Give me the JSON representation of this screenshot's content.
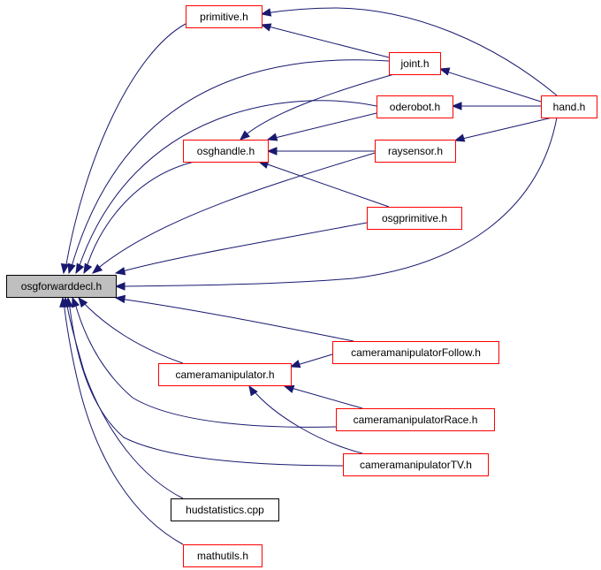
{
  "graph": {
    "root": "osgforwarddecl.h",
    "nodes": [
      {
        "id": "root",
        "label": "osgforwarddecl.h",
        "kind": "root"
      },
      {
        "id": "primitive",
        "label": "primitive.h",
        "kind": "file"
      },
      {
        "id": "joint",
        "label": "joint.h",
        "kind": "file"
      },
      {
        "id": "hand",
        "label": "hand.h",
        "kind": "file"
      },
      {
        "id": "oderobot",
        "label": "oderobot.h",
        "kind": "file"
      },
      {
        "id": "osghandle",
        "label": "osghandle.h",
        "kind": "file"
      },
      {
        "id": "raysensor",
        "label": "raysensor.h",
        "kind": "file"
      },
      {
        "id": "osgprimitive",
        "label": "osgprimitive.h",
        "kind": "file"
      },
      {
        "id": "cameramanipulator",
        "label": "cameramanipulator.h",
        "kind": "file"
      },
      {
        "id": "cameramanipulatorFollow",
        "label": "cameramanipulatorFollow.h",
        "kind": "file"
      },
      {
        "id": "cameramanipulatorRace",
        "label": "cameramanipulatorRace.h",
        "kind": "file"
      },
      {
        "id": "cameramanipulatorTV",
        "label": "cameramanipulatorTV.h",
        "kind": "file"
      },
      {
        "id": "hudstatistics",
        "label": "hudstatistics.cpp",
        "kind": "plain"
      },
      {
        "id": "mathutils",
        "label": "mathutils.h",
        "kind": "file"
      }
    ],
    "edges": [
      {
        "from": "primitive",
        "to": "root"
      },
      {
        "from": "joint",
        "to": "root"
      },
      {
        "from": "oderobot",
        "to": "root"
      },
      {
        "from": "osghandle",
        "to": "root"
      },
      {
        "from": "raysensor",
        "to": "root"
      },
      {
        "from": "osgprimitive",
        "to": "root"
      },
      {
        "from": "hand",
        "to": "root"
      },
      {
        "from": "cameramanipulatorFollow",
        "to": "root"
      },
      {
        "from": "cameramanipulator",
        "to": "root"
      },
      {
        "from": "cameramanipulatorRace",
        "to": "root"
      },
      {
        "from": "cameramanipulatorTV",
        "to": "root"
      },
      {
        "from": "hudstatistics",
        "to": "root"
      },
      {
        "from": "mathutils",
        "to": "root"
      },
      {
        "from": "joint",
        "to": "primitive"
      },
      {
        "from": "hand",
        "to": "primitive"
      },
      {
        "from": "hand",
        "to": "joint"
      },
      {
        "from": "hand",
        "to": "oderobot"
      },
      {
        "from": "oderobot",
        "to": "osghandle"
      },
      {
        "from": "joint",
        "to": "osghandle"
      },
      {
        "from": "raysensor",
        "to": "osghandle"
      },
      {
        "from": "osgprimitive",
        "to": "osghandle"
      },
      {
        "from": "hand",
        "to": "raysensor"
      },
      {
        "from": "cameramanipulatorFollow",
        "to": "cameramanipulator"
      },
      {
        "from": "cameramanipulatorRace",
        "to": "cameramanipulator"
      },
      {
        "from": "cameramanipulatorTV",
        "to": "cameramanipulator"
      }
    ]
  }
}
